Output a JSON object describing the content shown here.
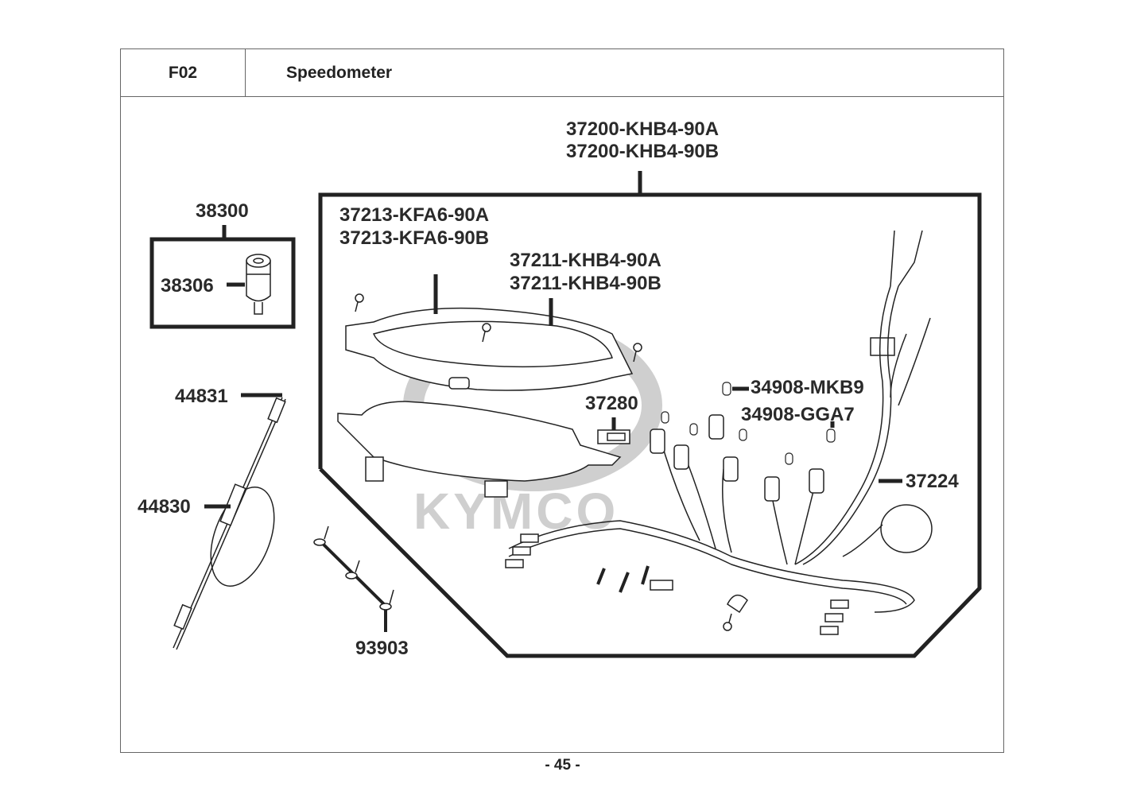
{
  "header": {
    "section_code": "F02",
    "section_title": "Speedometer"
  },
  "footer": {
    "page_number": "- 45 -"
  },
  "watermark": {
    "brand": "KYMCO",
    "color": "#c8c8c8"
  },
  "parts": {
    "speedometer_assy_a": "37200-KHB4-90A",
    "speedometer_assy_b": "37200-KHB4-90B",
    "upper_case_a": "37213-KFA6-90A",
    "upper_case_b": "37213-KFA6-90B",
    "lower_case_a": "37211-KHB4-90A",
    "lower_case_b": "37211-KHB4-90B",
    "lcd": "37280",
    "bulb_1": "34908-MKB9",
    "bulb_2": "34908-GGA7",
    "wire_harness": "37224",
    "gear_box_assy": "38300",
    "gear_box": "38306",
    "cable_inner": "44831",
    "cable_assy": "44830",
    "screw": "93903"
  }
}
